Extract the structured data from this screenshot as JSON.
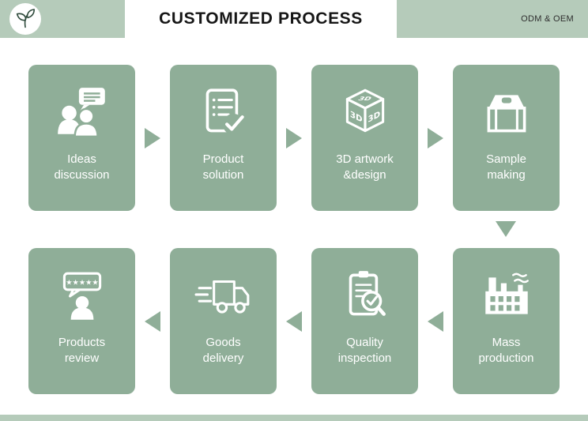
{
  "header": {
    "title": "CUSTOMIZED PROCESS",
    "right_label": "ODM & OEM"
  },
  "colors": {
    "green": "#8fae98",
    "light_green": "#b5cbba"
  },
  "cards": [
    {
      "id": "ideas-discussion",
      "label": "Ideas\ndiscussion"
    },
    {
      "id": "product-solution",
      "label": "Product\nsolution"
    },
    {
      "id": "3d-artwork-design",
      "label": "3D artwork\n&design"
    },
    {
      "id": "sample-making",
      "label": "Sample\nmaking"
    },
    {
      "id": "products-review",
      "label": "Products\nreview"
    },
    {
      "id": "goods-delivery",
      "label": "Goods\ndelivery"
    },
    {
      "id": "quality-inspection",
      "label": "Quality\ninspection"
    },
    {
      "id": "mass-production",
      "label": "Mass\nproduction"
    }
  ]
}
